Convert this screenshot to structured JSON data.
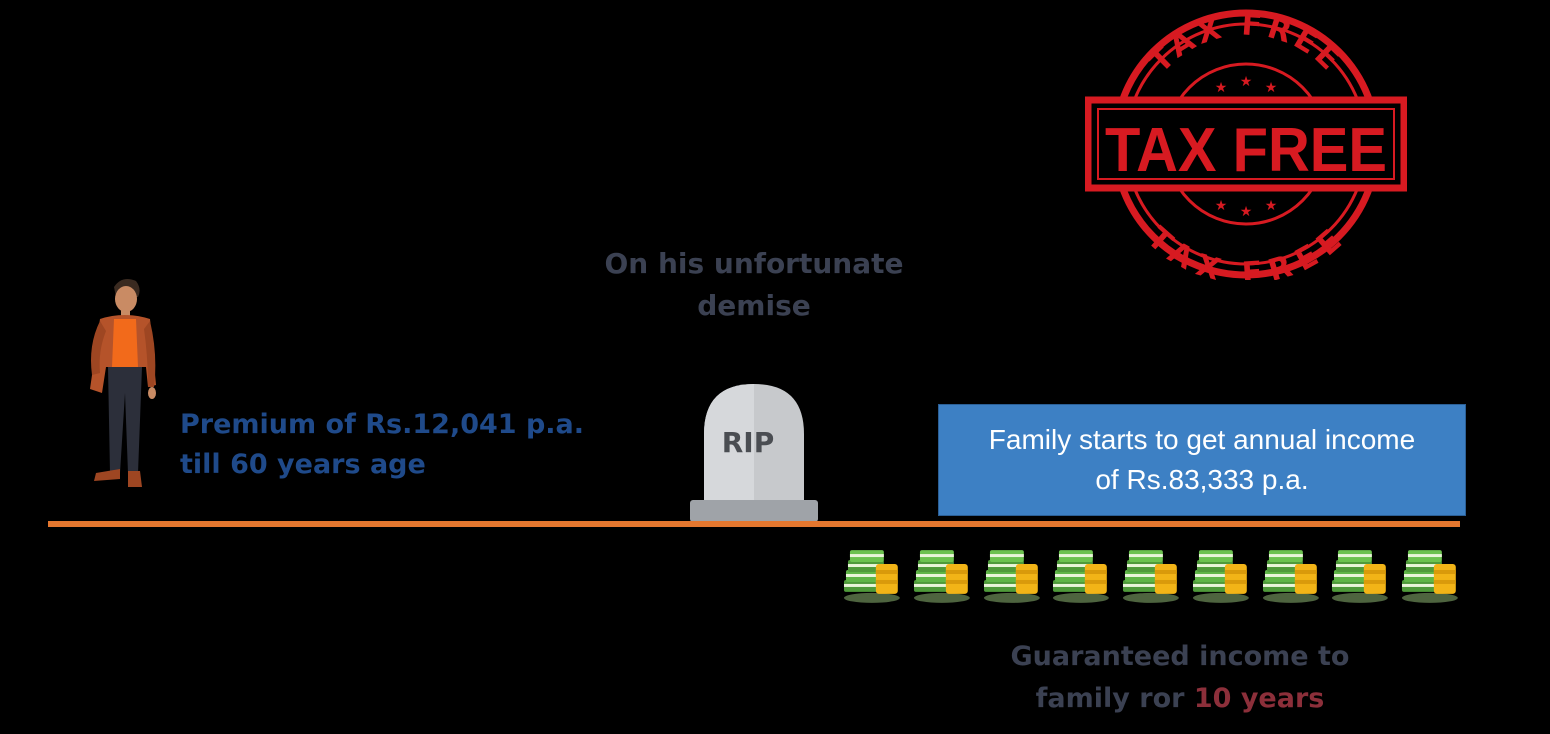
{
  "stamp": {
    "big_text": "TAX FREE",
    "ring_top": "TAX FREE",
    "ring_bottom": "TAX FREE",
    "color": "#d71a21"
  },
  "premium": {
    "line1": "Premium of Rs.12,041 p.a.",
    "line2": "till 60 years age",
    "color": "#1f4a8a"
  },
  "demise": {
    "line1": "On his unfortunate",
    "line2": "demise"
  },
  "tombstone": {
    "text": "RIP"
  },
  "income_box": {
    "line1": "Family starts to get annual income",
    "line2": "of Rs.83,333 p.a.",
    "color": "#3d80c4"
  },
  "timeline": {
    "color": "#e4772f"
  },
  "money_icons": {
    "icon": "money-stack-icon",
    "count": 9
  },
  "guaranteed": {
    "line1": "Guaranteed income to",
    "line2_prefix": "family ror ",
    "line2_highlight": "10 years",
    "highlight_color": "#8c2f3a"
  }
}
